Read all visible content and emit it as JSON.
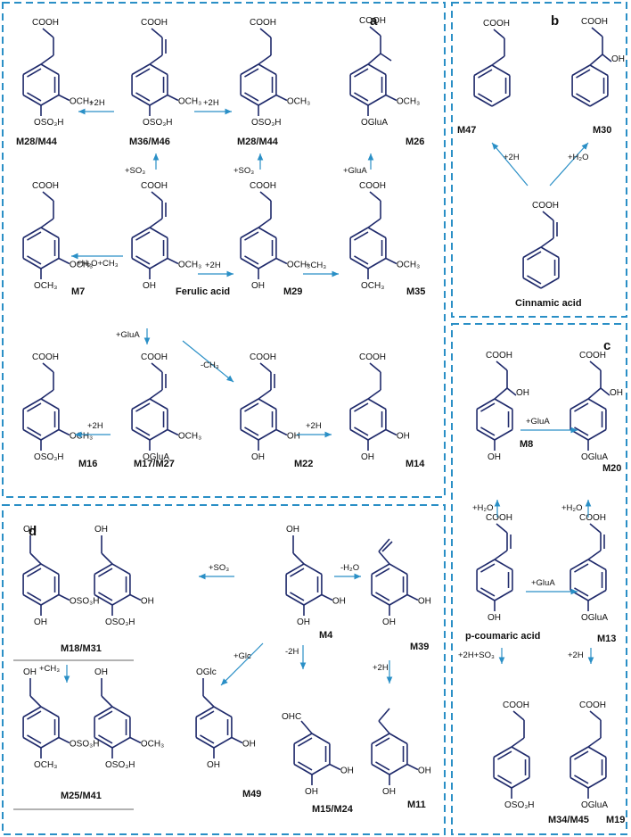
{
  "panels": {
    "a": "a",
    "b": "b",
    "c": "c",
    "d": "d"
  },
  "groups": {
    "cooh": "COOH",
    "och3": "OCH₃",
    "oh": "OH",
    "oso3h": "OSO₃H",
    "oglua": "OGluA",
    "ohc": "OHC",
    "oglc": "OGlc"
  },
  "compounds": {
    "M28_M44": "M28/M44",
    "M36_M46": "M36/M46",
    "M26": "M26",
    "M7": "M7",
    "ferulic": "Ferulic acid",
    "M29": "M29",
    "M35": "M35",
    "M16": "M16",
    "M17_M27": "M17/M27",
    "M22": "M22",
    "M14": "M14",
    "M47": "M47",
    "M30": "M30",
    "cinnamic": "Cinnamic acid",
    "M8": "M8",
    "M20": "M20",
    "pcoumaric": "p-coumaric acid",
    "M13": "M13",
    "M34_M45": "M34/M45",
    "M19": "M19",
    "M18_M31": "M18/M31",
    "M4": "M4",
    "M39": "M39",
    "M25_M41": "M25/M41",
    "M49": "M49",
    "M15_M24": "M15/M24",
    "M11": "M11"
  },
  "reactions": {
    "plus2H": "+2H",
    "plusSO3": "+SO₃",
    "plusGluA": "+GluA",
    "h2o_ch3": "+H₂O+CH₃",
    "plusCH3": "+CH₃",
    "minusCH3": "-CH₃",
    "plusH2O": "+H₂O",
    "minusH2O": "-H₂O",
    "plusGlc": "+Glc",
    "minus2H": "-2H",
    "plus2H_SO3": "+2H+SO₃"
  },
  "colors": {
    "frame": "#2a8fc6",
    "bond": "#1f2a6b",
    "arrow": "#2a8fc6"
  }
}
